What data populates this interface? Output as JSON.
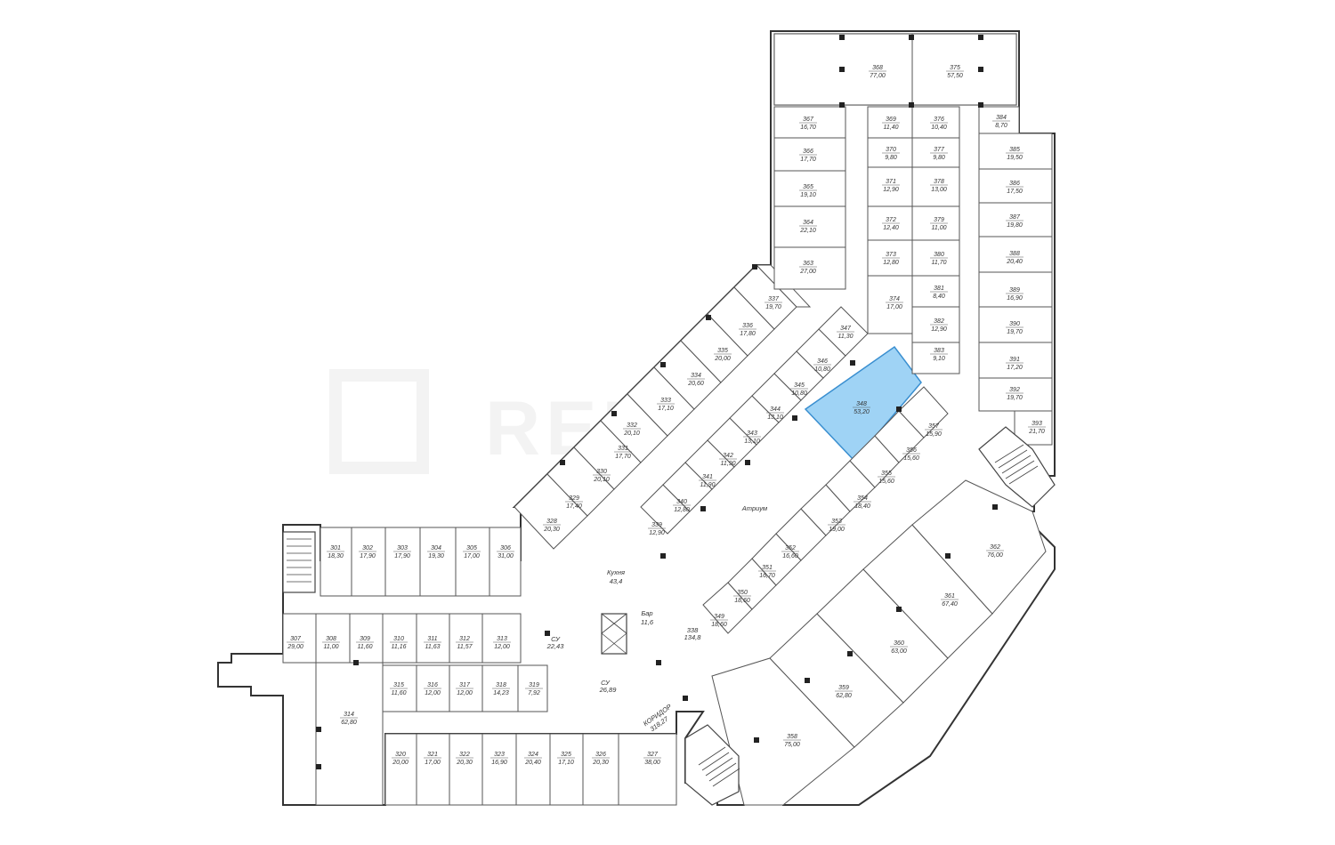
{
  "watermark": {
    "text": "REDPRO"
  },
  "selected_room": "348",
  "labels": {
    "atrium": "Атриум",
    "corridor_name": "КОРИДОР",
    "corridor_area": "318,27",
    "kitchen_name": "Кухня",
    "kitchen_area": "43,4",
    "bar_name": "Бар",
    "bar_area": "11,6",
    "wc1_name": "СУ",
    "wc1_area": "22,43",
    "wc2_name": "СУ",
    "wc2_area": "26,89",
    "hall_num": "338",
    "hall_area": "134,8"
  },
  "rooms": [
    {
      "n": "301",
      "a": "18,30"
    },
    {
      "n": "302",
      "a": "17,90"
    },
    {
      "n": "303",
      "a": "17,90"
    },
    {
      "n": "304",
      "a": "19,30"
    },
    {
      "n": "305",
      "a": "17,00"
    },
    {
      "n": "306",
      "a": "31,00"
    },
    {
      "n": "307",
      "a": "29,00"
    },
    {
      "n": "308",
      "a": "11,00"
    },
    {
      "n": "309",
      "a": "11,60"
    },
    {
      "n": "310",
      "a": "11,16"
    },
    {
      "n": "311",
      "a": "11,63"
    },
    {
      "n": "312",
      "a": "11,57"
    },
    {
      "n": "313",
      "a": "12,00"
    },
    {
      "n": "314",
      "a": "62,80"
    },
    {
      "n": "315",
      "a": "11,60"
    },
    {
      "n": "316",
      "a": "12,00"
    },
    {
      "n": "317",
      "a": "12,00"
    },
    {
      "n": "318",
      "a": "14,23"
    },
    {
      "n": "319",
      "a": "7,92"
    },
    {
      "n": "320",
      "a": "20,00"
    },
    {
      "n": "321",
      "a": "17,00"
    },
    {
      "n": "322",
      "a": "20,30"
    },
    {
      "n": "323",
      "a": "16,90"
    },
    {
      "n": "324",
      "a": "20,40"
    },
    {
      "n": "325",
      "a": "17,10"
    },
    {
      "n": "326",
      "a": "20,30"
    },
    {
      "n": "327",
      "a": "38,00"
    },
    {
      "n": "328",
      "a": "20,30"
    },
    {
      "n": "329",
      "a": "17,40"
    },
    {
      "n": "330",
      "a": "20,10"
    },
    {
      "n": "331",
      "a": "17,70"
    },
    {
      "n": "332",
      "a": "20,10"
    },
    {
      "n": "333",
      "a": "17,10"
    },
    {
      "n": "334",
      "a": "20,60"
    },
    {
      "n": "335",
      "a": "20,00"
    },
    {
      "n": "336",
      "a": "17,80"
    },
    {
      "n": "337",
      "a": "19,70"
    },
    {
      "n": "339",
      "a": "12,90"
    },
    {
      "n": "340",
      "a": "12,80"
    },
    {
      "n": "341",
      "a": "11,90"
    },
    {
      "n": "342",
      "a": "11,90"
    },
    {
      "n": "343",
      "a": "13,10"
    },
    {
      "n": "344",
      "a": "13,10"
    },
    {
      "n": "345",
      "a": "10,80"
    },
    {
      "n": "346",
      "a": "10,80"
    },
    {
      "n": "347",
      "a": "11,30"
    },
    {
      "n": "348",
      "a": "53,20"
    },
    {
      "n": "349",
      "a": "18,60"
    },
    {
      "n": "350",
      "a": "18,60"
    },
    {
      "n": "351",
      "a": "16,70"
    },
    {
      "n": "352",
      "a": "16,60"
    },
    {
      "n": "353",
      "a": "19,00"
    },
    {
      "n": "354",
      "a": "18,40"
    },
    {
      "n": "355",
      "a": "15,60"
    },
    {
      "n": "356",
      "a": "15,60"
    },
    {
      "n": "357",
      "a": "15,90"
    },
    {
      "n": "358",
      "a": "75,00"
    },
    {
      "n": "359",
      "a": "62,80"
    },
    {
      "n": "360",
      "a": "63,00"
    },
    {
      "n": "361",
      "a": "67,40"
    },
    {
      "n": "362",
      "a": "76,00"
    },
    {
      "n": "363",
      "a": "27,00"
    },
    {
      "n": "364",
      "a": "22,10"
    },
    {
      "n": "365",
      "a": "19,10"
    },
    {
      "n": "366",
      "a": "17,70"
    },
    {
      "n": "367",
      "a": "16,70"
    },
    {
      "n": "368",
      "a": "77,00"
    },
    {
      "n": "369",
      "a": "11,40"
    },
    {
      "n": "370",
      "a": "9,80"
    },
    {
      "n": "371",
      "a": "12,90"
    },
    {
      "n": "372",
      "a": "12,40"
    },
    {
      "n": "373",
      "a": "12,80"
    },
    {
      "n": "374",
      "a": "17,00"
    },
    {
      "n": "375",
      "a": "57,50"
    },
    {
      "n": "376",
      "a": "10,40"
    },
    {
      "n": "377",
      "a": "9,80"
    },
    {
      "n": "378",
      "a": "13,00"
    },
    {
      "n": "379",
      "a": "11,00"
    },
    {
      "n": "380",
      "a": "11,70"
    },
    {
      "n": "381",
      "a": "8,40"
    },
    {
      "n": "382",
      "a": "12,90"
    },
    {
      "n": "383",
      "a": "9,10"
    },
    {
      "n": "384",
      "a": "8,70"
    },
    {
      "n": "385",
      "a": "19,50"
    },
    {
      "n": "386",
      "a": "17,50"
    },
    {
      "n": "387",
      "a": "19,80"
    },
    {
      "n": "388",
      "a": "20,40"
    },
    {
      "n": "389",
      "a": "16,90"
    },
    {
      "n": "390",
      "a": "19,70"
    },
    {
      "n": "391",
      "a": "17,20"
    },
    {
      "n": "392",
      "a": "19,70"
    },
    {
      "n": "393",
      "a": "21,70"
    }
  ]
}
